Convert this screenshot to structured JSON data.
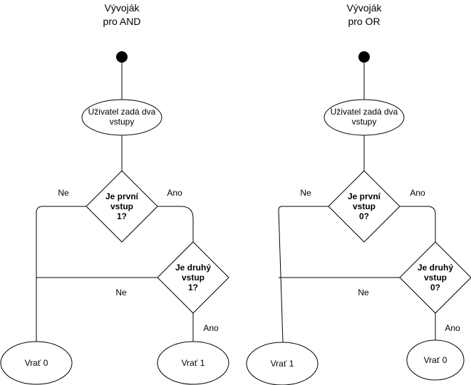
{
  "diagrams": {
    "and": {
      "title_line1": "Vývoják",
      "title_line2": "pro AND",
      "process_line1": "Uživatel zadá dva",
      "process_line2": "vstupy",
      "decision1_line1": "Je první",
      "decision1_line2": "vstup",
      "decision1_line3": "1?",
      "decision1_no": "Ne",
      "decision1_yes": "Ano",
      "decision2_line1": "Je druhý",
      "decision2_line2": "vstup",
      "decision2_line3": "1?",
      "decision2_no": "Ne",
      "decision2_yes": "Ano",
      "end_left": "Vrať 0",
      "end_right": "Vrať 1"
    },
    "or": {
      "title_line1": "Vývoják",
      "title_line2": "pro OR",
      "process_line1": "Uživatel zadá dva",
      "process_line2": "vstupy",
      "decision1_line1": "Je první",
      "decision1_line2": "vstup",
      "decision1_line3": "0?",
      "decision1_no": "Ne",
      "decision1_yes": "Ano",
      "decision2_line1": "Je druhý",
      "decision2_line2": "vstup",
      "decision2_line3": "0?",
      "decision2_no": "Ne",
      "decision2_yes": "Ano",
      "end_left": "Vrať 1",
      "end_right": "Vrať 0"
    }
  }
}
